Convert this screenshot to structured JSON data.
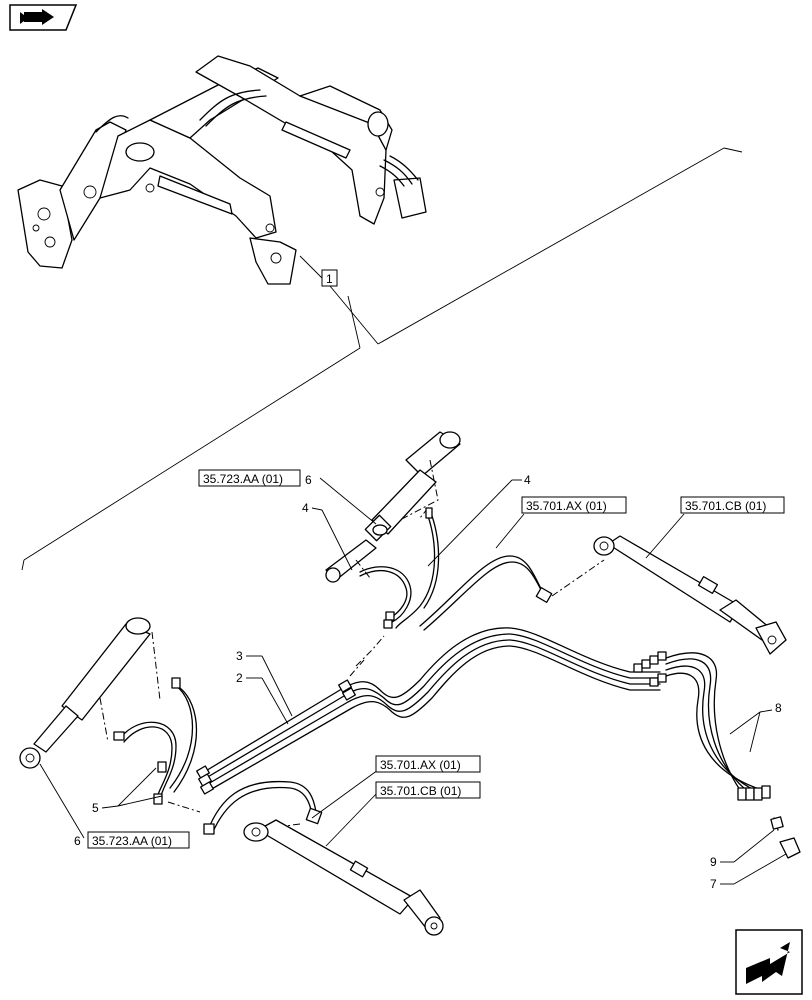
{
  "callouts": {
    "item_1": "1",
    "item_3": "3",
    "item_2": "2",
    "item_4a": "4",
    "item_4b": "4",
    "item_5": "5",
    "item_6a": "6",
    "item_6b": "6",
    "item_7": "7",
    "item_8": "8",
    "item_9": "9"
  },
  "references": {
    "ref_cyl_top": "35.723.AA (01)",
    "ref_cyl_left": "35.723.AA (01)",
    "ref_hose_top": "35.701.AX (01)",
    "ref_cyl_right": "35.701.CB (01)",
    "ref_hose_bottom": "35.701.AX (01)",
    "ref_cyl_bottom": "35.701.CB (01)"
  },
  "icons": {
    "top_left": "page-orientation-icon",
    "bottom_right": "next-page-arrow-icon"
  }
}
